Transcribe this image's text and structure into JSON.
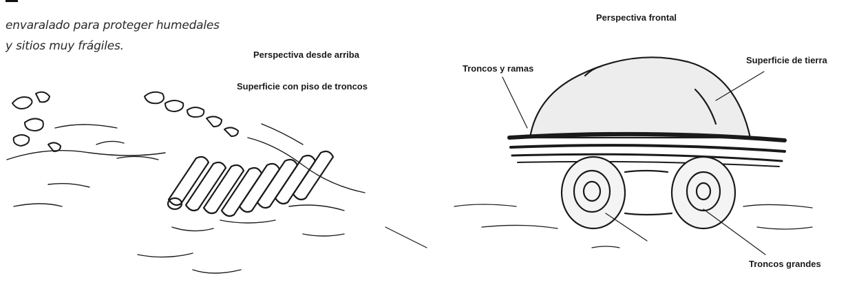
{
  "caption": {
    "line1": "envaralado para proteger humedales",
    "line2": "y sitios muy frágiles."
  },
  "left_drawing": {
    "view_label": "Perspectiva desde arriba",
    "surface_label": "Superficie con piso de troncos"
  },
  "right_drawing": {
    "view_label": "Perspectiva frontal",
    "branches_label": "Troncos y ramas",
    "earth_label": "Superficie de tierra",
    "big_logs_label": "Troncos grandes"
  }
}
